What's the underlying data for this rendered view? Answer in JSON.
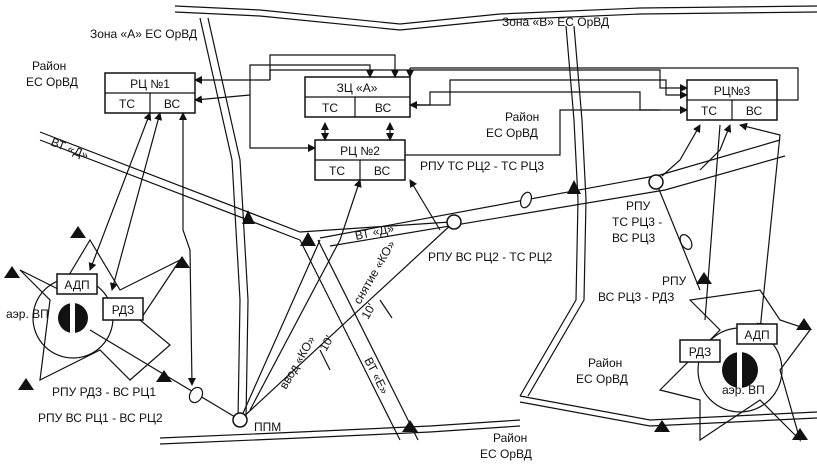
{
  "zones": {
    "zone_a": "Зона «А» ЕС ОрВД",
    "zone_b": "Зона «В» ЕС ОрВД"
  },
  "districts": {
    "top_left_1": "Район",
    "top_left_2": "ЕС ОрВД",
    "center_1": "Район",
    "center_2": "ЕС ОрВД",
    "right_1": "Район",
    "right_2": "ЕС ОрВД",
    "bottom_1": "Район",
    "bottom_2": "ЕС ОрВД"
  },
  "centers": {
    "rc1": {
      "title": "РЦ №1",
      "tc": "ТС",
      "vc": "ВС"
    },
    "zc": {
      "title": "ЗЦ «А»",
      "tc": "ТС",
      "vc": "ВС"
    },
    "rc2": {
      "title": "РЦ №2",
      "tc": "ТС",
      "vc": "ВС"
    },
    "rc3": {
      "title": "РЦ№3",
      "tc": "ТС",
      "vc": "ВС"
    }
  },
  "airways": {
    "vt_d_left": "ВТ «Д»",
    "vt_d_mid": "ВТ «Д»",
    "vt_e": "ВТ «Е»"
  },
  "points": {
    "rpu_tc_rc2_tc_rc3": "РПУ ТС РЦ2 - ТС РЦ3",
    "rpu_vc_rc2_tc_rc2": "РПУ ВС РЦ2 - ТС РЦ2",
    "rpu_right_1": "РПУ",
    "rpu_right_2": "ТС РЦ3 -",
    "rpu_right_3": "ВС РЦ3",
    "rpu_vs_rc3_1": "РПУ",
    "rpu_vs_rc3_2": "ВС РЦ3 - РДЗ",
    "rpu_rdz_vs_rc1": "РПУ РДЗ - ВС РЦ1",
    "rpu_vs_rc1_vs_rc2": "РПУ ВС РЦ1 - ВС РЦ2",
    "ppm": "ППМ",
    "snyatie_ko": "снятие «КО»",
    "vvod_ko": "ввод «КО»",
    "ten_a": "10'",
    "ten_b": "10'"
  },
  "airports": {
    "left": {
      "name": "аэр. ВП",
      "adp": "АДП",
      "rdz": "РДЗ"
    },
    "right": {
      "name": "аэр. ВП",
      "adp": "АДП",
      "rdz": "РДЗ"
    }
  }
}
